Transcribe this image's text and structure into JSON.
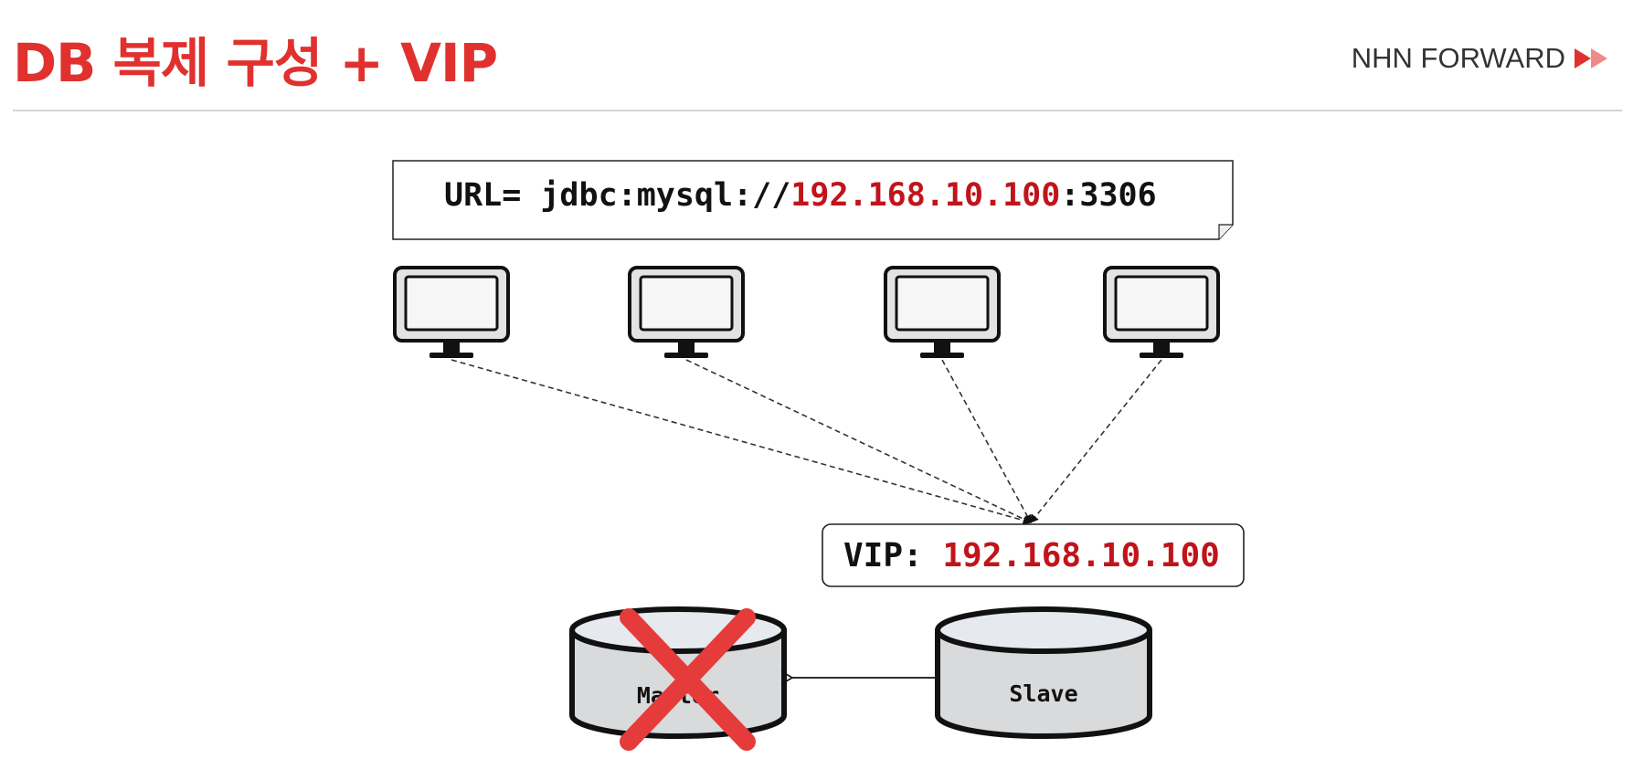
{
  "header": {
    "title": "DB 복제 구성 + VIP",
    "brand": "NHN FORWARD"
  },
  "diagram": {
    "url_box": {
      "prefix": "URL= jdbc:mysql://",
      "ip": "192.168.10.100",
      "suffix": ":3306"
    },
    "clients_count": 4,
    "vip_box": {
      "label": "VIP: ",
      "ip": "192.168.10.100"
    },
    "master_db": {
      "label": "Master",
      "status": "failed"
    },
    "slave_db": {
      "label": "Slave"
    }
  },
  "colors": {
    "accent_red": "#e0312f",
    "ip_red": "#c0141b",
    "db_fill": "#d9dadc",
    "db_top": "#e6e9ee",
    "stroke": "#111111"
  }
}
